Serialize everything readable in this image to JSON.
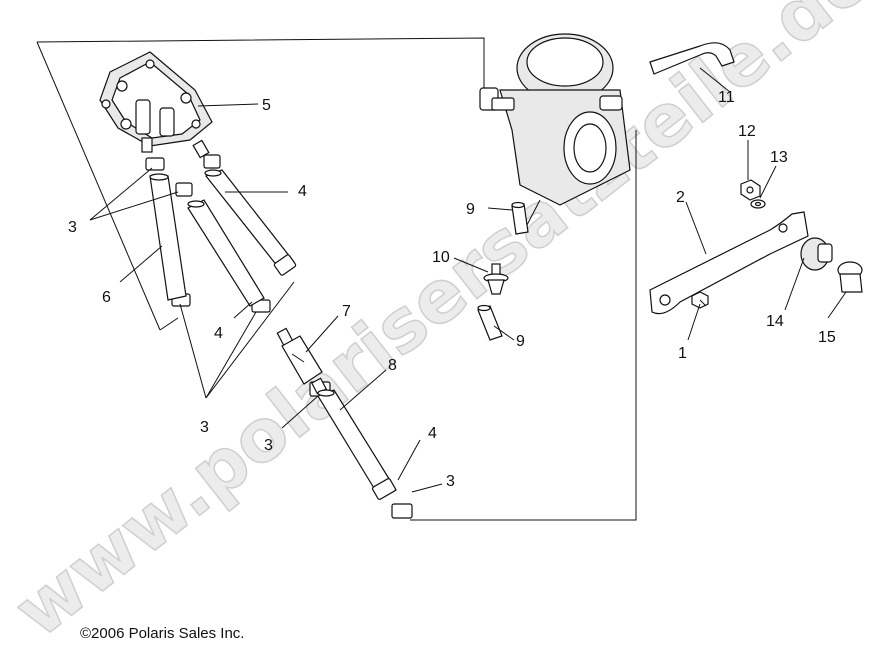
{
  "watermark": "www.polarisersatzteile.de",
  "copyright": "©2006 Polaris Sales Inc.",
  "callouts": {
    "c1": "1",
    "c2": "2",
    "c3a": "3",
    "c3b": "3",
    "c3c": "3",
    "c3d": "3",
    "c4a": "4",
    "c4b": "4",
    "c4c": "4",
    "c5": "5",
    "c6": "6",
    "c7": "7",
    "c8": "8",
    "c9a": "9",
    "c9b": "9",
    "c10": "10",
    "c11": "11",
    "c12": "12",
    "c13": "13",
    "c14": "14",
    "c15": "15"
  }
}
